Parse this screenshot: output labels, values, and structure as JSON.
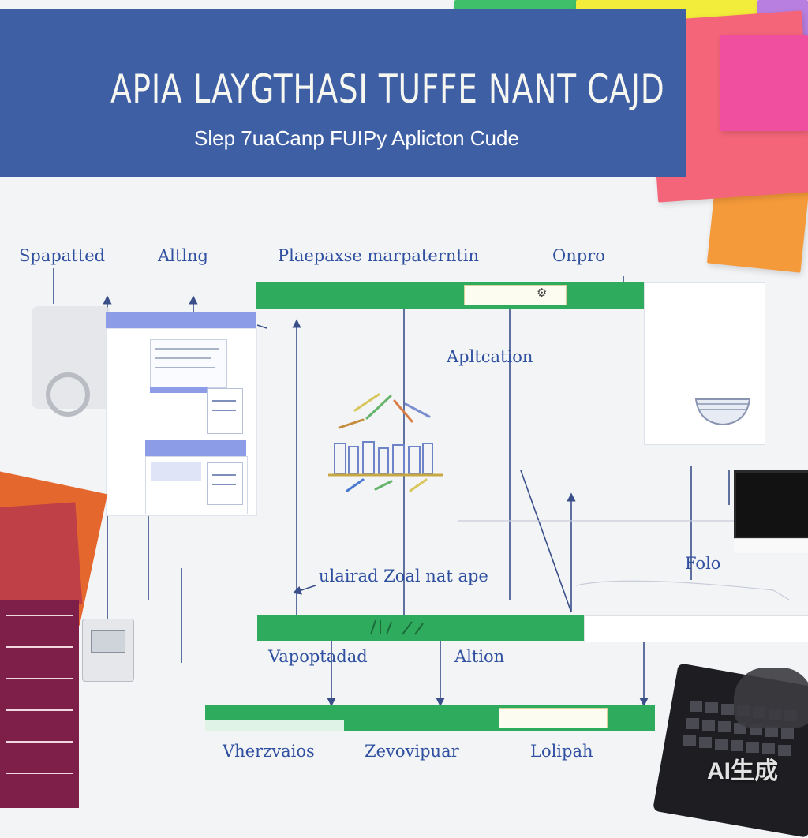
{
  "header": {
    "title": "APIA LAYGTHASI TUFFE NANT CAJD",
    "subtitle": "Slep 7uaCanp FUIPy Aplicton Cude"
  },
  "labels": {
    "supported_a": "Spapatted",
    "alting": "Altlng",
    "planning": "Plaepaxse marpaterntin",
    "onpro": "Onpro",
    "application": "Apltcation",
    "zoal": "ulairad Zoal nat ape",
    "folo": "Folo",
    "supported_b": "Vapoptadad",
    "altion": "Altion",
    "wherevalos": "Vherzvaios",
    "zevolipuar": "Zevovipuar",
    "lolipah": "Lolipah"
  },
  "watermark": "AI生成",
  "colors": {
    "banner": "#3f5fa4",
    "bar": "#2fab5e",
    "label": "#2f4fa0"
  }
}
